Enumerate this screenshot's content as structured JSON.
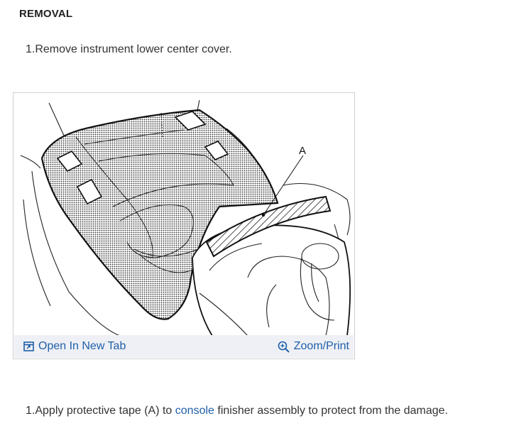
{
  "section": {
    "heading": "REMOVAL"
  },
  "steps": [
    {
      "text": "1.Remove instrument lower center cover."
    },
    {
      "prefix": "1.Apply protective tape (A) to ",
      "link": "console",
      "suffix": " finisher assembly to protect from the damage."
    }
  ],
  "figure": {
    "callout_label": "A",
    "open_tab_label": "Open In New Tab",
    "zoom_label": "Zoom/Print",
    "open_tab_icon": "open-new-tab-icon",
    "zoom_icon": "zoom-plus-icon"
  },
  "colors": {
    "link": "#1f5fa8",
    "toolbar_bg": "#eef0f5"
  }
}
